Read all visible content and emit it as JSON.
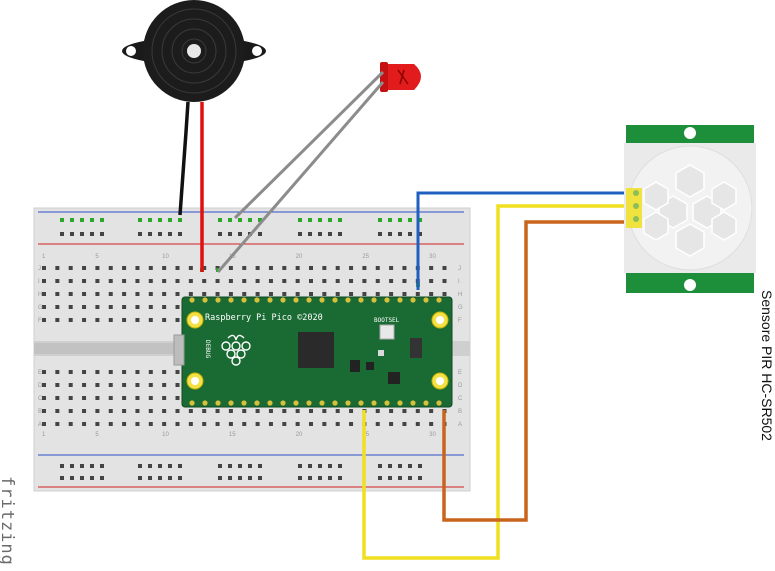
{
  "labels": {
    "pico_title": "Raspberry Pi Pico ©2020",
    "bootsel": "BOOTSEL",
    "debug": "DEBUG",
    "sensor": "Sensore PIR HC-SR502",
    "brand": "fritzing"
  },
  "breadboard": {
    "column_numbers": [
      "1",
      "5",
      "10",
      "15",
      "20",
      "25",
      "30"
    ],
    "row_letters_top": [
      "J",
      "I",
      "H",
      "G",
      "F"
    ],
    "row_letters_bottom": [
      "E",
      "D",
      "C",
      "B",
      "A"
    ]
  },
  "colors": {
    "board": "#e3e3e3",
    "pico": "#1a6b33",
    "wire_red": "#e01010",
    "wire_black": "#111111",
    "wire_blue": "#1f5fc0",
    "wire_yellow": "#f0e020",
    "wire_orange": "#c8641c",
    "wire_grey": "#8c8c8c",
    "led": "#e21c1c",
    "pir_green": "#1d8f3a"
  }
}
